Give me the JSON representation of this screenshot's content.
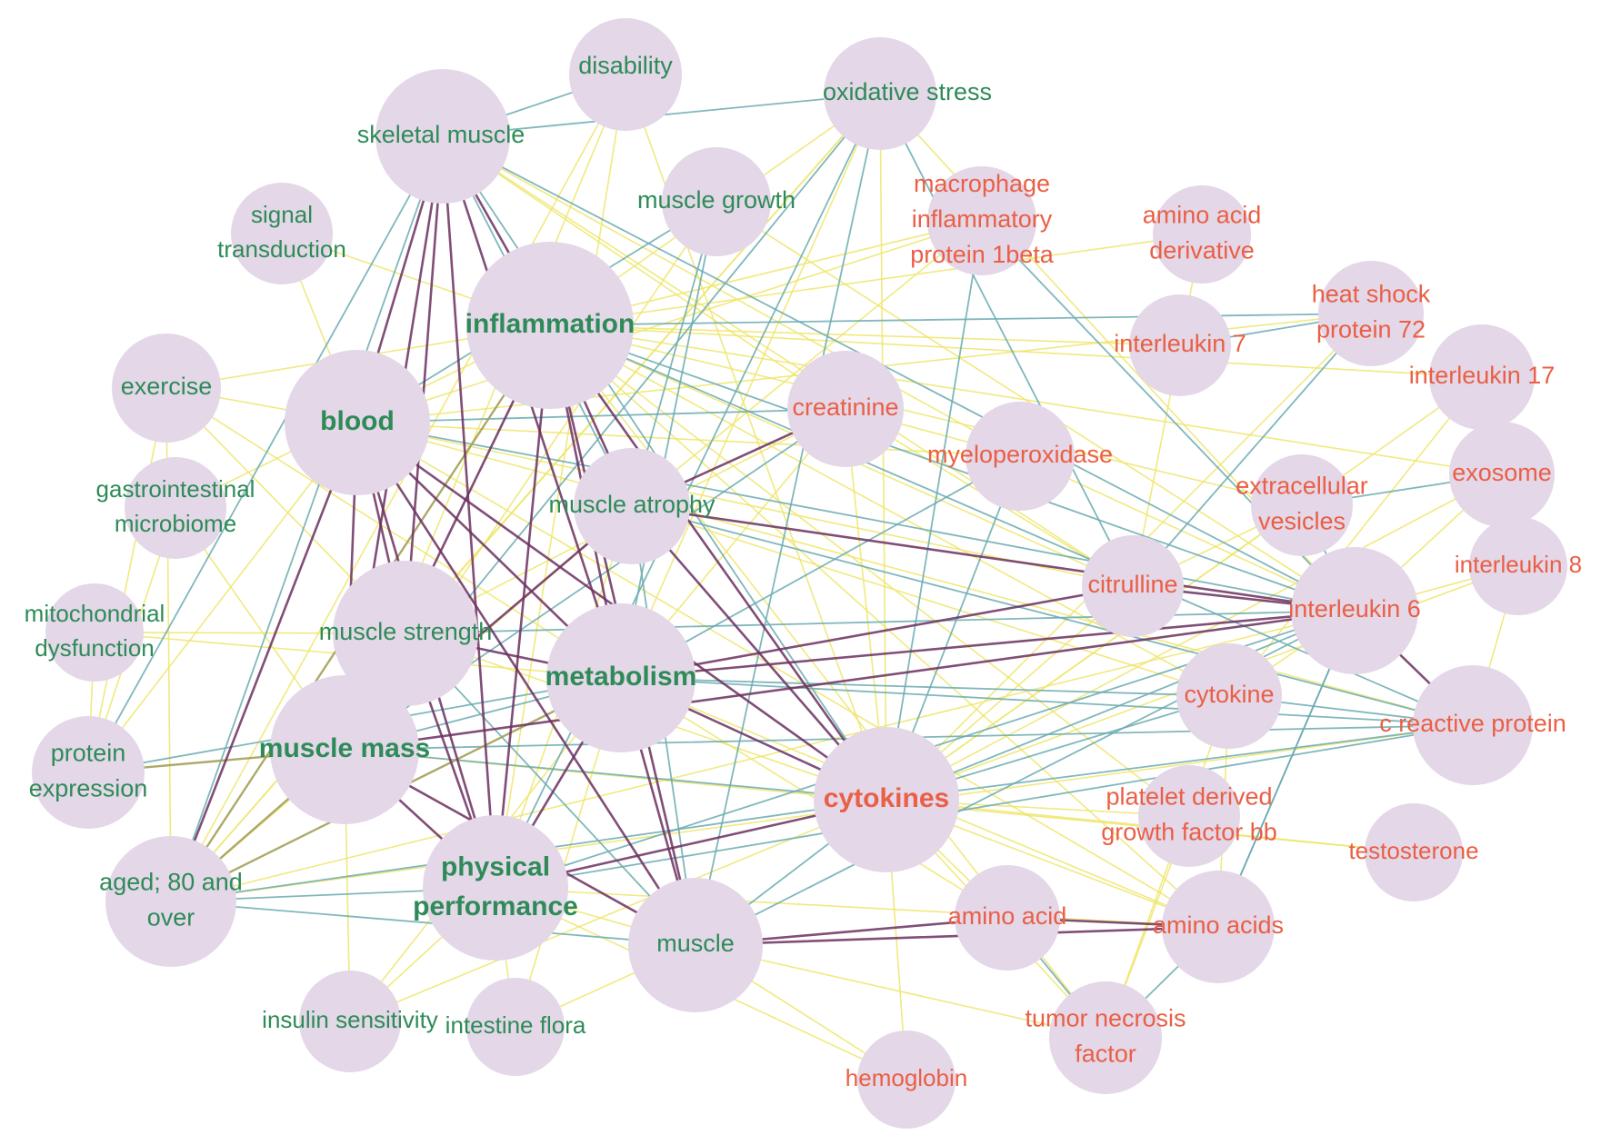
{
  "colors": {
    "node_fill": "#e3d7e8",
    "label_green": "#2e8b57",
    "label_red": "#ea5f45",
    "edge_yellow": "#efe56a",
    "edge_teal": "#6aaab0",
    "edge_purple": "#6b2f5f",
    "edge_olive": "#a4a05a"
  },
  "nodes": [
    {
      "id": "skeletal_muscle",
      "label": [
        "skeletal muscle"
      ],
      "group": "green",
      "bold": false
    },
    {
      "id": "disability",
      "label": [
        "disability"
      ],
      "group": "green",
      "bold": false
    },
    {
      "id": "oxidative_stress",
      "label": [
        "oxidative stress"
      ],
      "group": "green",
      "bold": false
    },
    {
      "id": "signal_transduction",
      "label": [
        "signal",
        "transduction"
      ],
      "group": "green",
      "bold": false
    },
    {
      "id": "muscle_growth",
      "label": [
        "muscle growth"
      ],
      "group": "green",
      "bold": false
    },
    {
      "id": "inflammation",
      "label": [
        "inflammation"
      ],
      "group": "green",
      "bold": true
    },
    {
      "id": "exercise",
      "label": [
        "exercise"
      ],
      "group": "green",
      "bold": false
    },
    {
      "id": "blood",
      "label": [
        "blood"
      ],
      "group": "green",
      "bold": true
    },
    {
      "id": "gastro",
      "label": [
        "gastrointestinal",
        "microbiome"
      ],
      "group": "green",
      "bold": false
    },
    {
      "id": "muscle_atrophy",
      "label": [
        "muscle atrophy"
      ],
      "group": "green",
      "bold": false
    },
    {
      "id": "mito",
      "label": [
        "mitochondrial",
        "dysfunction"
      ],
      "group": "green",
      "bold": false
    },
    {
      "id": "muscle_strength",
      "label": [
        "muscle strength"
      ],
      "group": "green",
      "bold": false
    },
    {
      "id": "metabolism",
      "label": [
        "metabolism"
      ],
      "group": "green",
      "bold": true
    },
    {
      "id": "protein_expression",
      "label": [
        "protein",
        "expression"
      ],
      "group": "green",
      "bold": false
    },
    {
      "id": "muscle_mass",
      "label": [
        "muscle mass"
      ],
      "group": "green",
      "bold": true
    },
    {
      "id": "aged80",
      "label": [
        "aged; 80 and",
        "over"
      ],
      "group": "green",
      "bold": false
    },
    {
      "id": "physical_performance",
      "label": [
        "physical",
        "performance"
      ],
      "group": "green",
      "bold": true
    },
    {
      "id": "muscle",
      "label": [
        "muscle"
      ],
      "group": "green",
      "bold": false
    },
    {
      "id": "insulin_sensitivity",
      "label": [
        "insulin sensitivity"
      ],
      "group": "green",
      "bold": false
    },
    {
      "id": "intestine_flora",
      "label": [
        "intestine flora"
      ],
      "group": "green",
      "bold": false
    },
    {
      "id": "mip1b",
      "label": [
        "macrophage",
        "inflammatory",
        "protein 1beta"
      ],
      "group": "red",
      "bold": false
    },
    {
      "id": "aa_derivative",
      "label": [
        "amino acid",
        "derivative"
      ],
      "group": "red",
      "bold": false
    },
    {
      "id": "hsp72",
      "label": [
        "heat shock",
        "protein 72"
      ],
      "group": "red",
      "bold": false
    },
    {
      "id": "il7",
      "label": [
        "interleukin 7"
      ],
      "group": "red",
      "bold": false
    },
    {
      "id": "il17",
      "label": [
        "interleukin 17"
      ],
      "group": "red",
      "bold": false
    },
    {
      "id": "creatinine",
      "label": [
        "creatinine"
      ],
      "group": "red",
      "bold": false
    },
    {
      "id": "myeloperoxidase",
      "label": [
        "myeloperoxidase"
      ],
      "group": "red",
      "bold": false
    },
    {
      "id": "ev",
      "label": [
        "extracellular",
        "vesicles"
      ],
      "group": "red",
      "bold": false
    },
    {
      "id": "exosome",
      "label": [
        "exosome"
      ],
      "group": "red",
      "bold": false
    },
    {
      "id": "il8",
      "label": [
        "interleukin 8"
      ],
      "group": "red",
      "bold": false
    },
    {
      "id": "citrulline",
      "label": [
        "citrulline"
      ],
      "group": "red",
      "bold": false
    },
    {
      "id": "il6",
      "label": [
        "interleukin 6"
      ],
      "group": "red",
      "bold": false
    },
    {
      "id": "cytokine",
      "label": [
        "cytokine"
      ],
      "group": "red",
      "bold": false
    },
    {
      "id": "crp",
      "label": [
        "c reactive protein"
      ],
      "group": "red",
      "bold": false
    },
    {
      "id": "cytokines",
      "label": [
        "cytokines"
      ],
      "group": "red",
      "bold": true
    },
    {
      "id": "pdgfbb",
      "label": [
        "platelet derived",
        "growth factor bb"
      ],
      "group": "red",
      "bold": false
    },
    {
      "id": "testosterone",
      "label": [
        "testosterone"
      ],
      "group": "red",
      "bold": false
    },
    {
      "id": "amino_acid",
      "label": [
        "amino acid"
      ],
      "group": "red",
      "bold": false
    },
    {
      "id": "amino_acids",
      "label": [
        "amino acids"
      ],
      "group": "red",
      "bold": false
    },
    {
      "id": "tnf",
      "label": [
        "tumor necrosis",
        "factor"
      ],
      "group": "red",
      "bold": false
    },
    {
      "id": "hemoglobin",
      "label": [
        "hemoglobin"
      ],
      "group": "red",
      "bold": false
    }
  ],
  "edges": [
    [
      "skeletal_muscle",
      "oxidative_stress",
      "teal"
    ],
    [
      "skeletal_muscle",
      "cytokines",
      "teal"
    ],
    [
      "skeletal_muscle",
      "il6",
      "teal"
    ],
    [
      "skeletal_muscle",
      "muscle_mass",
      "purple"
    ],
    [
      "skeletal_muscle",
      "physical_performance",
      "purple"
    ],
    [
      "skeletal_muscle",
      "metabolism",
      "purple"
    ],
    [
      "skeletal_muscle",
      "muscle_strength",
      "purple"
    ],
    [
      "skeletal_muscle",
      "blood",
      "purple"
    ],
    [
      "skeletal_muscle",
      "aged80",
      "teal"
    ],
    [
      "skeletal_muscle",
      "inflammation",
      "purple"
    ],
    [
      "skeletal_muscle",
      "muscle_atrophy",
      "teal"
    ],
    [
      "skeletal_muscle",
      "protein_expression",
      "teal"
    ],
    [
      "skeletal_muscle",
      "creatinine",
      "yellow"
    ],
    [
      "skeletal_muscle",
      "myeloperoxidase",
      "yellow"
    ],
    [
      "skeletal_muscle",
      "citrulline",
      "yellow"
    ],
    [
      "disability",
      "physical_performance",
      "yellow"
    ],
    [
      "disability",
      "aged80",
      "yellow"
    ],
    [
      "disability",
      "muscle_mass",
      "yellow"
    ],
    [
      "disability",
      "cytokines",
      "yellow"
    ],
    [
      "oxidative_stress",
      "muscle",
      "teal"
    ],
    [
      "oxidative_stress",
      "metabolism",
      "yellow"
    ],
    [
      "oxidative_stress",
      "muscle_mass",
      "teal"
    ],
    [
      "oxidative_stress",
      "physical_performance",
      "teal"
    ],
    [
      "oxidative_stress",
      "aged80",
      "yellow"
    ],
    [
      "oxidative_stress",
      "inflammation",
      "yellow"
    ],
    [
      "oxidative_stress",
      "muscle_strength",
      "yellow"
    ],
    [
      "oxidative_stress",
      "cytokines",
      "yellow"
    ],
    [
      "oxidative_stress",
      "il6",
      "yellow"
    ],
    [
      "oxidative_stress",
      "citrulline",
      "teal"
    ],
    [
      "muscle_growth",
      "muscle_atrophy",
      "teal"
    ],
    [
      "muscle_growth",
      "metabolism",
      "teal"
    ],
    [
      "muscle_growth",
      "muscle_mass",
      "yellow"
    ],
    [
      "muscle_growth",
      "blood",
      "teal"
    ],
    [
      "muscle_growth",
      "il6",
      "yellow"
    ],
    [
      "inflammation",
      "hsp72",
      "teal"
    ],
    [
      "inflammation",
      "il7",
      "yellow"
    ],
    [
      "inflammation",
      "il17",
      "yellow"
    ],
    [
      "inflammation",
      "exosome",
      "yellow"
    ],
    [
      "inflammation",
      "il6",
      "teal"
    ],
    [
      "inflammation",
      "crp",
      "teal"
    ],
    [
      "inflammation",
      "cytokine",
      "yellow"
    ],
    [
      "inflammation",
      "cytokines",
      "purple"
    ],
    [
      "inflammation",
      "muscle",
      "purple"
    ],
    [
      "inflammation",
      "physical_performance",
      "purple"
    ],
    [
      "inflammation",
      "muscle_mass",
      "purple"
    ],
    [
      "inflammation",
      "aged80",
      "olive"
    ],
    [
      "inflammation",
      "exercise",
      "yellow"
    ],
    [
      "inflammation",
      "amino_acids",
      "yellow"
    ],
    [
      "inflammation",
      "tnf",
      "yellow"
    ],
    [
      "inflammation",
      "pdgfbb",
      "yellow"
    ],
    [
      "inflammation",
      "mip1b",
      "yellow"
    ],
    [
      "inflammation",
      "aa_derivative",
      "yellow"
    ],
    [
      "inflammation",
      "ev",
      "yellow"
    ],
    [
      "inflammation",
      "citrulline",
      "yellow"
    ],
    [
      "inflammation",
      "muscle_atrophy",
      "purple"
    ],
    [
      "inflammation",
      "metabolism",
      "purple"
    ],
    [
      "blood",
      "cytokines",
      "purple"
    ],
    [
      "blood",
      "il6",
      "teal"
    ],
    [
      "blood",
      "muscle",
      "purple"
    ],
    [
      "blood",
      "physical_performance",
      "purple"
    ],
    [
      "blood",
      "muscle_mass",
      "purple"
    ],
    [
      "blood",
      "aged80",
      "purple"
    ],
    [
      "blood",
      "protein_expression",
      "yellow"
    ],
    [
      "blood",
      "creatinine",
      "teal"
    ],
    [
      "blood",
      "amino_acids",
      "yellow"
    ],
    [
      "blood",
      "metabolism",
      "purple"
    ],
    [
      "blood",
      "muscle_strength",
      "purple"
    ],
    [
      "blood",
      "exercise",
      "yellow"
    ],
    [
      "blood",
      "citrulline",
      "yellow"
    ],
    [
      "blood",
      "myeloperoxidase",
      "yellow"
    ],
    [
      "blood",
      "hsp72",
      "yellow"
    ],
    [
      "blood",
      "crp",
      "yellow"
    ],
    [
      "muscle_atrophy",
      "cytokines",
      "purple"
    ],
    [
      "muscle_atrophy",
      "il6",
      "purple"
    ],
    [
      "muscle_atrophy",
      "muscle_mass",
      "purple"
    ],
    [
      "muscle_atrophy",
      "physical_performance",
      "yellow"
    ],
    [
      "muscle_atrophy",
      "muscle",
      "teal"
    ],
    [
      "muscle_atrophy",
      "creatinine",
      "purple"
    ],
    [
      "muscle_atrophy",
      "crp",
      "teal"
    ],
    [
      "muscle_atrophy",
      "cytokine",
      "yellow"
    ],
    [
      "muscle_atrophy",
      "aged80",
      "yellow"
    ],
    [
      "metabolism",
      "cytokines",
      "purple"
    ],
    [
      "metabolism",
      "il6",
      "purple"
    ],
    [
      "metabolism",
      "crp",
      "teal"
    ],
    [
      "metabolism",
      "cytokine",
      "teal"
    ],
    [
      "metabolism",
      "muscle",
      "purple"
    ],
    [
      "metabolism",
      "physical_performance",
      "purple"
    ],
    [
      "metabolism",
      "muscle_mass",
      "teal"
    ],
    [
      "metabolism",
      "aged80",
      "olive"
    ],
    [
      "metabolism",
      "amino_acids",
      "yellow"
    ],
    [
      "metabolism",
      "amino_acid",
      "yellow"
    ],
    [
      "metabolism",
      "citrulline",
      "purple"
    ],
    [
      "metabolism",
      "creatinine",
      "yellow"
    ],
    [
      "metabolism",
      "protein_expression",
      "teal"
    ],
    [
      "metabolism",
      "myeloperoxidase",
      "teal"
    ],
    [
      "muscle_strength",
      "cytokines",
      "yellow"
    ],
    [
      "muscle_strength",
      "il6",
      "teal"
    ],
    [
      "muscle_strength",
      "physical_performance",
      "purple"
    ],
    [
      "muscle_strength",
      "muscle",
      "teal"
    ],
    [
      "muscle_strength",
      "aged80",
      "yellow"
    ],
    [
      "muscle_strength",
      "metabolism",
      "purple"
    ],
    [
      "muscle_strength",
      "creatinine",
      "yellow"
    ],
    [
      "muscle_strength",
      "exercise",
      "yellow"
    ],
    [
      "muscle_mass",
      "cytokines",
      "teal"
    ],
    [
      "muscle_mass",
      "il6",
      "purple"
    ],
    [
      "muscle_mass",
      "muscle",
      "purple"
    ],
    [
      "muscle_mass",
      "physical_performance",
      "purple"
    ],
    [
      "muscle_mass",
      "aged80",
      "olive"
    ],
    [
      "muscle_mass",
      "creatinine",
      "teal"
    ],
    [
      "muscle_mass",
      "crp",
      "teal"
    ],
    [
      "muscle_mass",
      "protein_expression",
      "olive"
    ],
    [
      "physical_performance",
      "cytokines",
      "purple"
    ],
    [
      "physical_performance",
      "il6",
      "teal"
    ],
    [
      "physical_performance",
      "aged80",
      "teal"
    ],
    [
      "physical_performance",
      "muscle",
      "yellow"
    ],
    [
      "physical_performance",
      "crp",
      "teal"
    ],
    [
      "physical_performance",
      "amino_acids",
      "yellow"
    ],
    [
      "physical_performance",
      "insulin_sensitivity",
      "yellow"
    ],
    [
      "physical_performance",
      "intestine_flora",
      "yellow"
    ],
    [
      "aged80",
      "cytokines",
      "teal"
    ],
    [
      "aged80",
      "il6",
      "yellow"
    ],
    [
      "aged80",
      "muscle",
      "teal"
    ],
    [
      "aged80",
      "crp",
      "yellow"
    ],
    [
      "aged80",
      "exercise",
      "yellow"
    ],
    [
      "muscle",
      "amino_acid",
      "purple"
    ],
    [
      "muscle",
      "amino_acids",
      "purple"
    ],
    [
      "muscle",
      "cytokines",
      "teal"
    ],
    [
      "muscle",
      "il6",
      "teal"
    ],
    [
      "muscle",
      "hemoglobin",
      "yellow"
    ],
    [
      "muscle",
      "tnf",
      "yellow"
    ],
    [
      "muscle",
      "intestine_flora",
      "yellow"
    ],
    [
      "cytokines",
      "il6",
      "teal"
    ],
    [
      "cytokines",
      "cytokine",
      "teal"
    ],
    [
      "cytokines",
      "crp",
      "teal"
    ],
    [
      "cytokines",
      "citrulline",
      "yellow"
    ],
    [
      "cytokines",
      "myeloperoxidase",
      "teal"
    ],
    [
      "cytokines",
      "mip1b",
      "teal"
    ],
    [
      "cytokines",
      "amino_acid",
      "yellow"
    ],
    [
      "cytokines",
      "amino_acids",
      "yellow"
    ],
    [
      "cytokines",
      "tnf",
      "yellow"
    ],
    [
      "cytokines",
      "hemoglobin",
      "yellow"
    ],
    [
      "cytokines",
      "ev",
      "yellow"
    ],
    [
      "cytokines",
      "exosome",
      "yellow"
    ],
    [
      "cytokines",
      "il8",
      "yellow"
    ],
    [
      "cytokines",
      "hsp72",
      "yellow"
    ],
    [
      "cytokines",
      "il17",
      "yellow"
    ],
    [
      "cytokines",
      "testosterone",
      "yellow"
    ],
    [
      "cytokines",
      "creatinine",
      "yellow"
    ],
    [
      "cytokines",
      "pdgfbb",
      "yellow"
    ],
    [
      "cytokines",
      "insulin_sensitivity",
      "yellow"
    ],
    [
      "il6",
      "citrulline",
      "purple"
    ],
    [
      "il6",
      "cytokine",
      "yellow"
    ],
    [
      "il6",
      "crp",
      "purple"
    ],
    [
      "il6",
      "ev",
      "teal"
    ],
    [
      "il6",
      "mip1b",
      "teal"
    ],
    [
      "il6",
      "amino_acids",
      "teal"
    ],
    [
      "il6",
      "il8",
      "yellow"
    ],
    [
      "il6",
      "exosome",
      "yellow"
    ],
    [
      "il6",
      "myeloperoxidase",
      "yellow"
    ],
    [
      "amino_acid",
      "amino_acids",
      "purple"
    ],
    [
      "amino_acid",
      "tnf",
      "teal"
    ],
    [
      "amino_acids",
      "tnf",
      "teal"
    ],
    [
      "amino_acids",
      "il6",
      "teal"
    ],
    [
      "cytokine",
      "crp",
      "teal"
    ],
    [
      "cytokine",
      "tnf",
      "yellow"
    ],
    [
      "cytokine",
      "amino_acids",
      "yellow"
    ],
    [
      "hsp72",
      "il7",
      "teal"
    ],
    [
      "hsp72",
      "citrulline",
      "teal"
    ],
    [
      "aa_derivative",
      "citrulline",
      "yellow"
    ],
    [
      "creatinine",
      "myeloperoxidase",
      "yellow"
    ],
    [
      "creatinine",
      "citrulline",
      "yellow"
    ],
    [
      "protein_expression",
      "exercise",
      "yellow"
    ],
    [
      "protein_expression",
      "gastro",
      "yellow"
    ],
    [
      "protein_expression",
      "mito",
      "yellow"
    ],
    [
      "gastro",
      "muscle_mass",
      "yellow"
    ],
    [
      "mito",
      "muscle_strength",
      "yellow"
    ],
    [
      "signal_transduction",
      "blood",
      "yellow"
    ],
    [
      "signal_transduction",
      "inflammation",
      "yellow"
    ],
    [
      "exercise",
      "metabolism",
      "yellow"
    ],
    [
      "gastro",
      "inflammation",
      "yellow"
    ],
    [
      "mito",
      "metabolism",
      "yellow"
    ],
    [
      "intestine_flora",
      "metabolism",
      "yellow"
    ],
    [
      "insulin_sensitivity",
      "metabolism",
      "yellow"
    ],
    [
      "insulin_sensitivity",
      "muscle_mass",
      "yellow"
    ],
    [
      "hemoglobin",
      "physical_performance",
      "yellow"
    ],
    [
      "testosterone",
      "muscle_mass",
      "yellow"
    ],
    [
      "il17",
      "cytokine",
      "yellow"
    ],
    [
      "il8",
      "crp",
      "yellow"
    ],
    [
      "exosome",
      "ev",
      "teal"
    ],
    [
      "ev",
      "citrulline",
      "yellow"
    ],
    [
      "pdgfbb",
      "tnf",
      "yellow"
    ],
    [
      "mip1b",
      "muscle_atrophy",
      "yellow"
    ],
    [
      "mip1b",
      "blood",
      "yellow"
    ],
    [
      "disability",
      "skeletal_muscle",
      "teal"
    ]
  ]
}
